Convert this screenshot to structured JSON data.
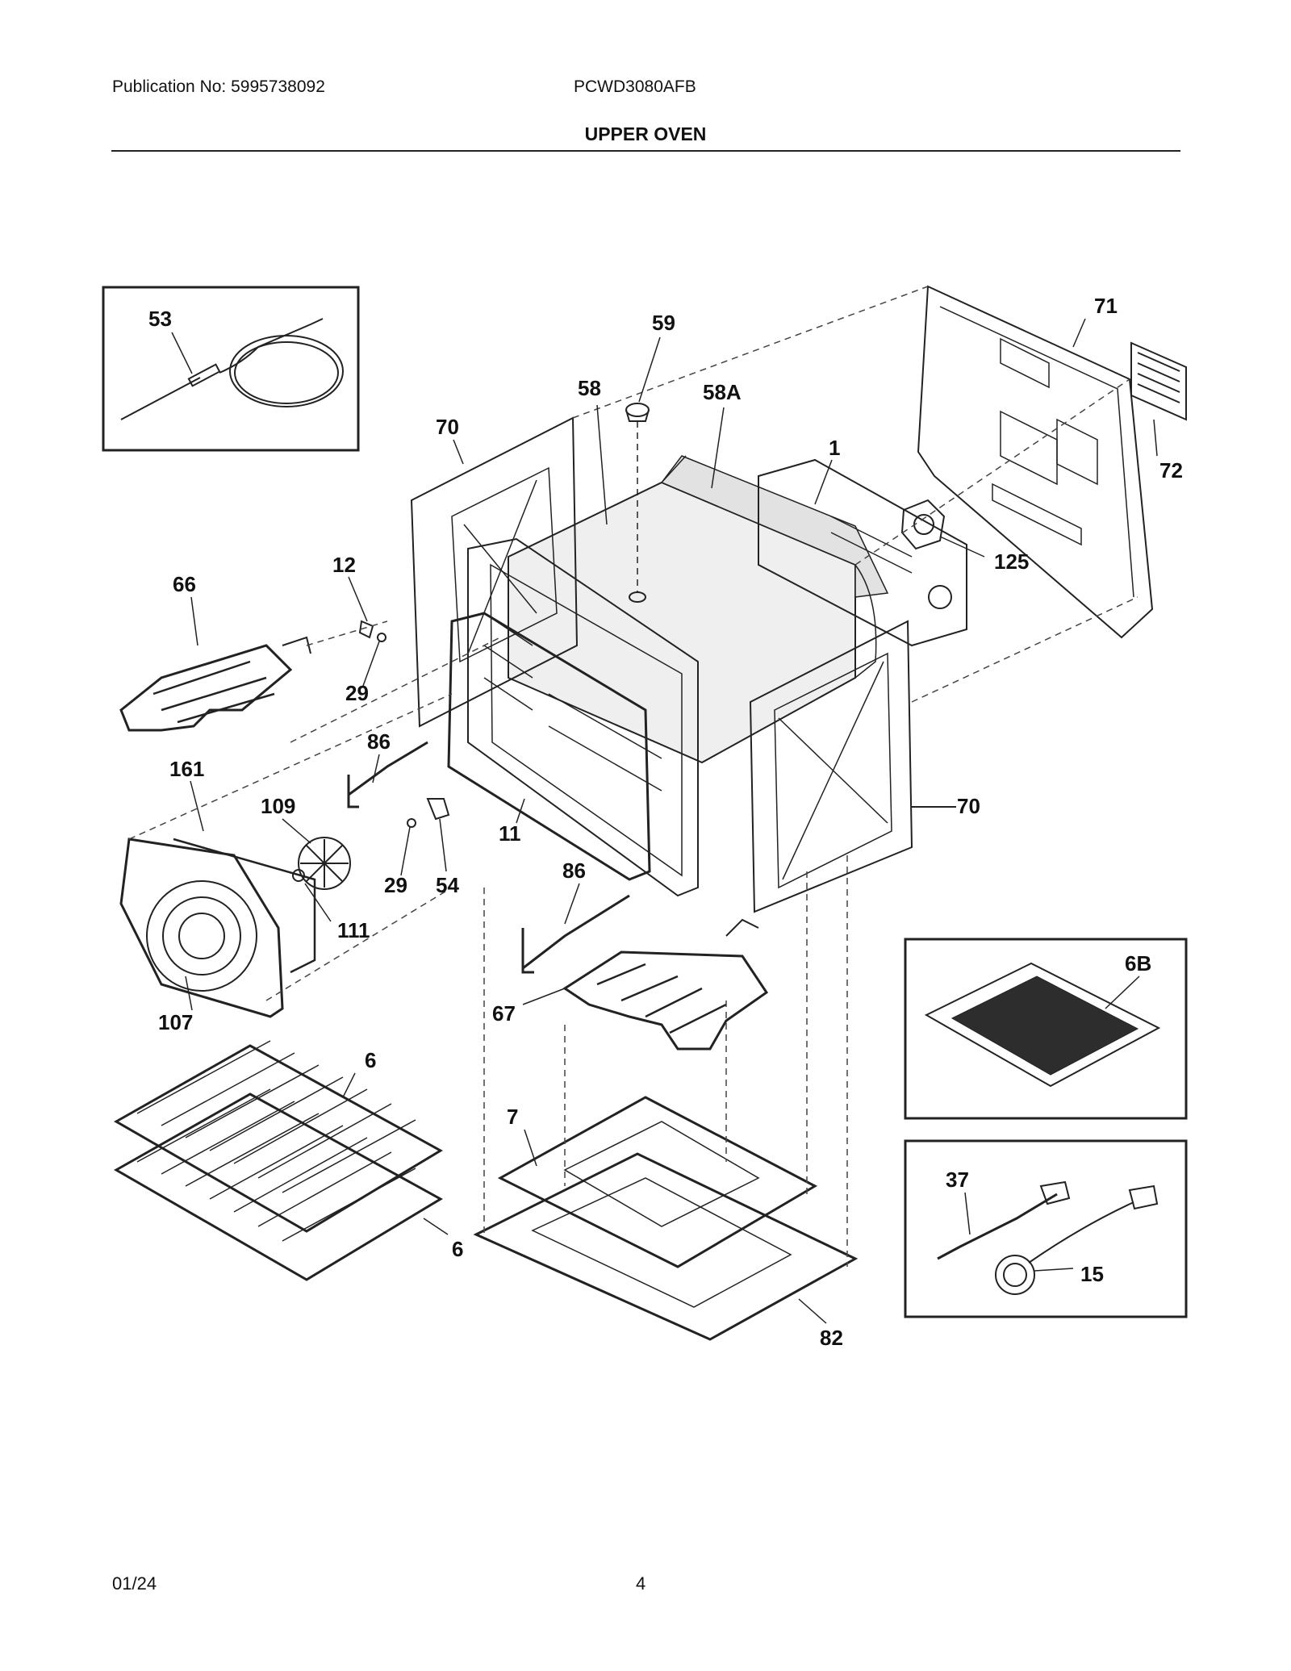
{
  "header": {
    "publication": "Publication No: 5995738092",
    "model": "PCWD3080AFB",
    "title": "UPPER OVEN"
  },
  "callouts": [
    "53",
    "59",
    "58",
    "58A",
    "71",
    "72",
    "70",
    "1",
    "125",
    "66",
    "12",
    "29",
    "86",
    "161",
    "109",
    "29",
    "54",
    "11",
    "111",
    "70",
    "86",
    "107",
    "67",
    "6B",
    "6",
    "7",
    "6",
    "37",
    "15",
    "82"
  ],
  "footer": {
    "date": "01/24",
    "page": "4"
  }
}
